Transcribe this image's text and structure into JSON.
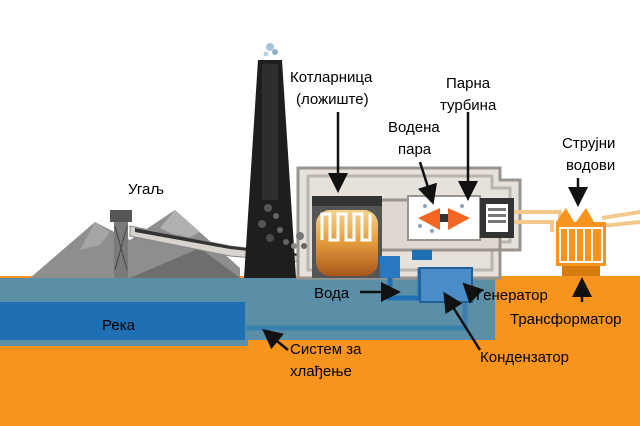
{
  "labels": {
    "boiler_1": "Котларница",
    "boiler_2": "(ложиште)",
    "turbine_1": "Парна",
    "turbine_2": "турбина",
    "steam_1": "Водена",
    "steam_2": "пара",
    "power_lines_1": "Струјни",
    "power_lines_2": "водови",
    "coal": "Угаљ",
    "water": "Вода",
    "generator": "Генератор",
    "transformer": "Трансформатор",
    "river": "Река",
    "cooling_1": "Систем за",
    "cooling_2": "хлађење",
    "condenser": "Кондензатор"
  },
  "colors": {
    "ground": "#f7941d",
    "river": "#1f6fb5",
    "cooling_water": "#5b8fa8",
    "building": "#e4dfd8",
    "chimney": "#222222",
    "coal_pile": "#8c8c8c",
    "transformer": "#f7941d"
  }
}
